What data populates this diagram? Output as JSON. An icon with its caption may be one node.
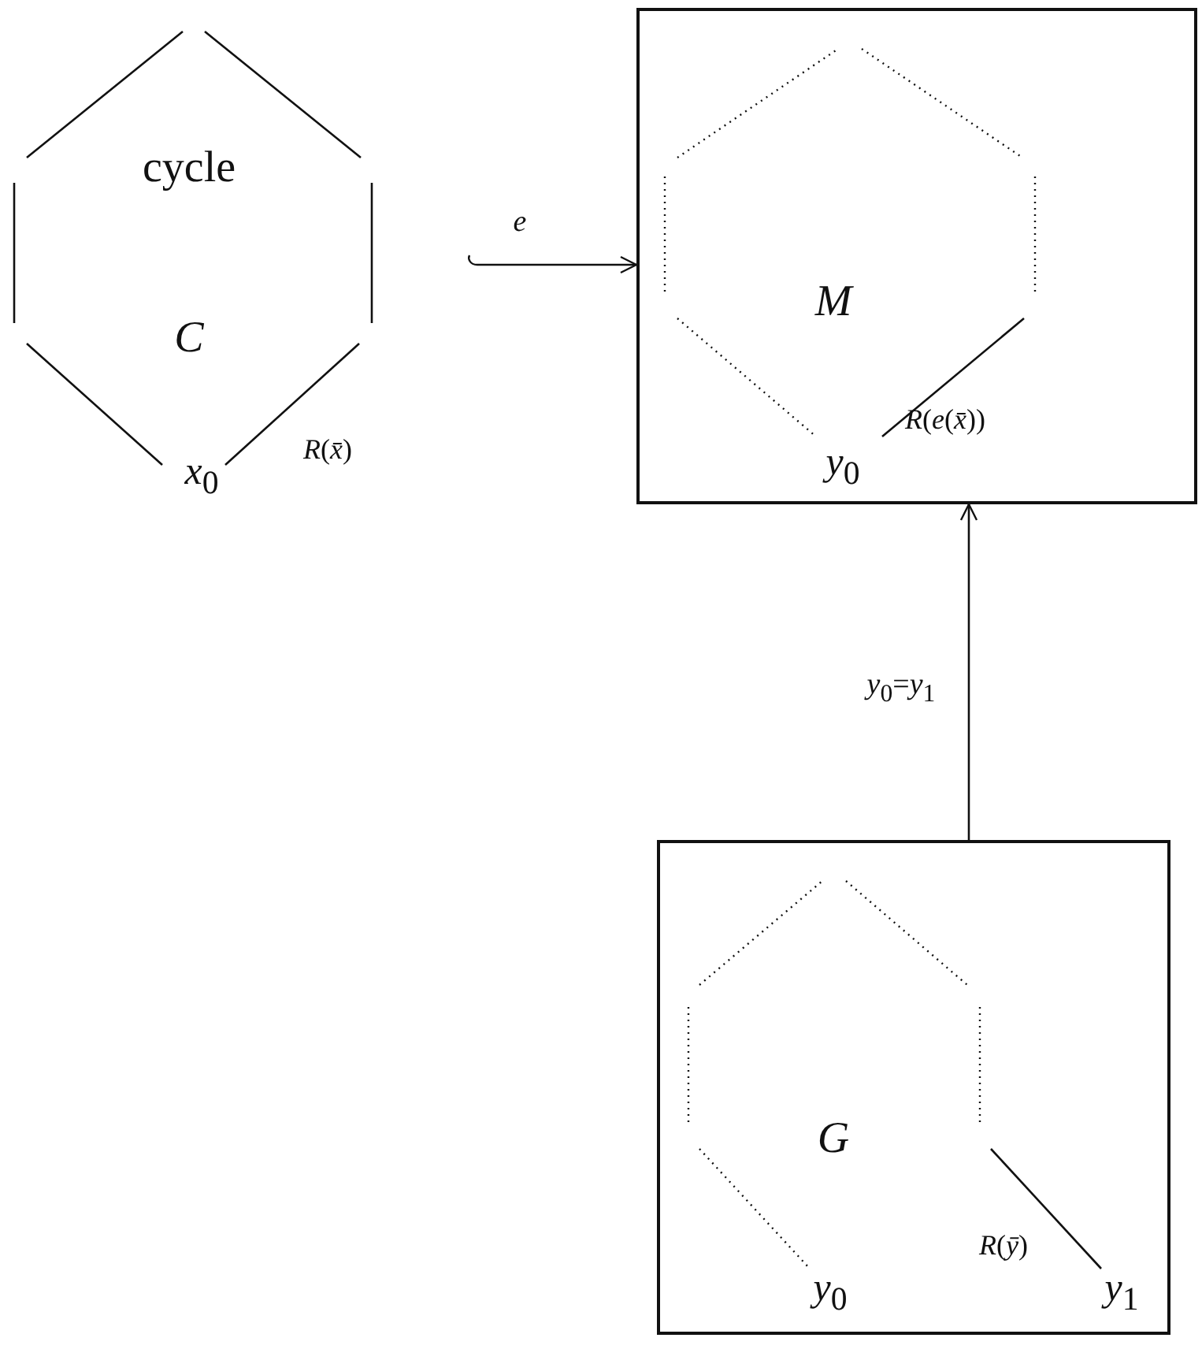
{
  "diagram": {
    "nodes": [
      {
        "text": [
          "cycle",
          "C"
        ]
      },
      {
        "text": [
          "M"
        ]
      },
      {
        "text": [
          "G"
        ]
      }
    ],
    "edges": [
      {
        "from": 0,
        "to": 1,
        "arrow": "to",
        "label": "e"
      },
      {
        "from": 2,
        "to": 1,
        "arrow": "to",
        "label": "*y*$_{0}$=*y*$_{1}$"
      }
    ],
    "labels": [
      "*x*$_{0}$",
      "*R*(*x̄*)",
      "*y*$_{0}$",
      "*R*(*e*(*x̄*))",
      "*R*(*ȳ*)",
      "*y*$_{0}$",
      "*y*$_{1}$"
    ]
  }
}
